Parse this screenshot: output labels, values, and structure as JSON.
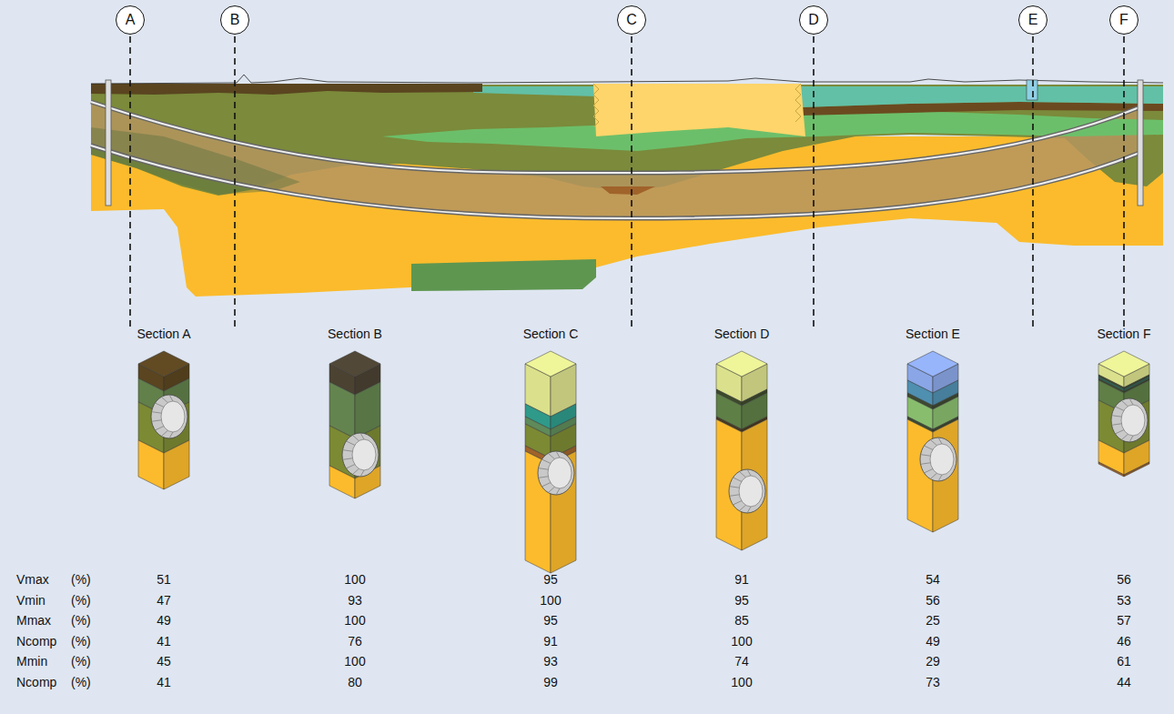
{
  "diagram": {
    "nodes": [
      {
        "text": [
          "A"
        ]
      },
      {
        "text": [
          "B"
        ]
      },
      {
        "text": [
          "C"
        ]
      },
      {
        "text": [
          "D"
        ]
      },
      {
        "text": [
          "E"
        ]
      },
      {
        "text": [
          "F"
        ]
      },
      {
        "text": [
          "Section A"
        ]
      },
      {
        "text": [
          "Section B"
        ]
      },
      {
        "text": [
          "Section C"
        ]
      },
      {
        "text": [
          "Section D"
        ]
      },
      {
        "text": [
          "Section E"
        ]
      },
      {
        "text": [
          "Section F"
        ]
      }
    ],
    "labels": [
      "Vmax",
      "(%)",
      "51",
      "100",
      "95",
      "91",
      "54",
      "56",
      "Vmin",
      "(%)",
      "47",
      "93",
      "100",
      "95",
      "56",
      "53",
      "Mmax",
      "(%)",
      "49",
      "100",
      "95",
      "85",
      "25",
      "57",
      "Ncomp",
      "(%)",
      "41",
      "76",
      "91",
      "100",
      "49",
      "46",
      "Mmin",
      "(%)",
      "45",
      "100",
      "93",
      "74",
      "29",
      "61",
      "Ncomp",
      "(%)",
      "41",
      "80",
      "99",
      "100",
      "73",
      "44"
    ]
  }
}
